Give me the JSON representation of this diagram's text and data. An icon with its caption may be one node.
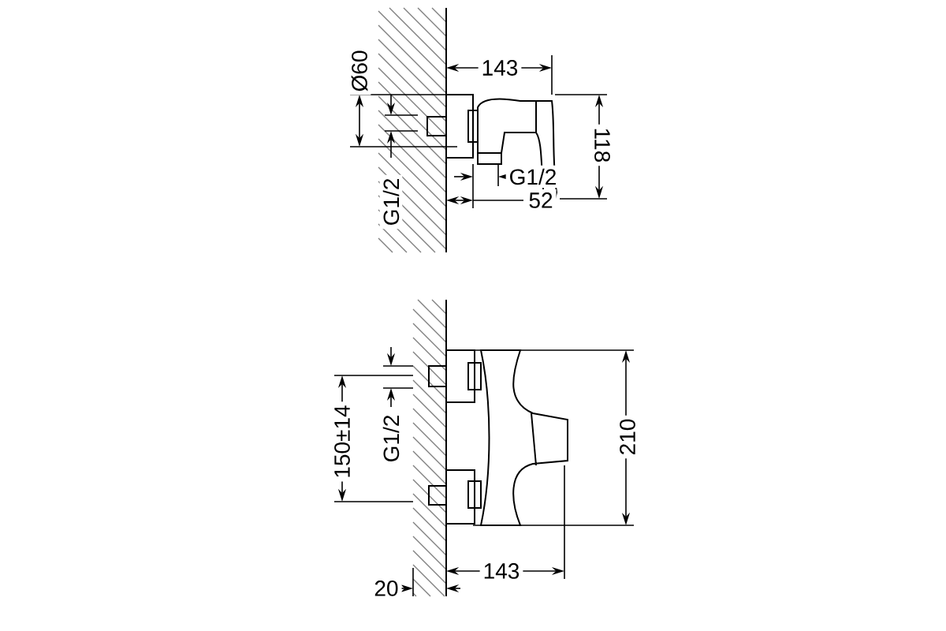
{
  "diagram": {
    "labels": [
      "143",
      "Ø60",
      "118",
      "G1/2",
      "G1/2",
      "52",
      "150±14",
      "G1/2",
      "210",
      "143",
      "20"
    ]
  }
}
